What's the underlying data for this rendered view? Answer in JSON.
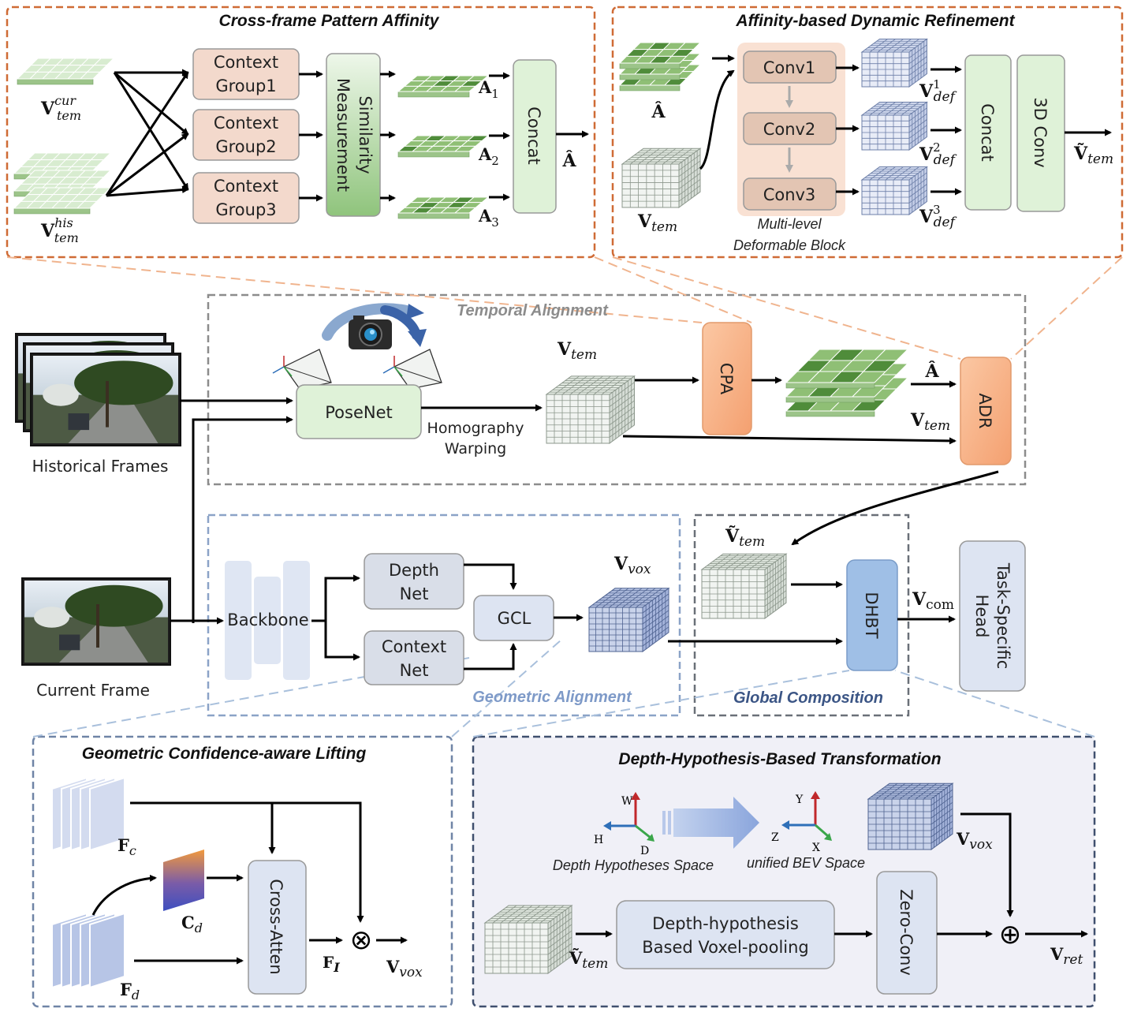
{
  "top_left": {
    "title": "Cross-frame Pattern Affinity",
    "v_cur_base": "V",
    "v_cur_sup": "cur",
    "v_cur_sub": "tem",
    "v_his_base": "V",
    "v_his_sup": "his",
    "v_his_sub": "tem",
    "groups": [
      {
        "line1": "Context",
        "line2": "Group1"
      },
      {
        "line1": "Context",
        "line2": "Group2"
      },
      {
        "line1": "Context",
        "line2": "Group3"
      }
    ],
    "similarity_line1": "Similarity",
    "similarity_line2": "Measurement",
    "a_base": "A",
    "a_subs": [
      "1",
      "2",
      "3"
    ],
    "concat": "Concat",
    "a_hat": "Â"
  },
  "top_right": {
    "title": "Affinity-based Dynamic Refinement",
    "a_hat": "Â",
    "v_tem_base": "V",
    "v_tem_sub": "tem",
    "convs": [
      "Conv1",
      "Conv2",
      "Conv3"
    ],
    "block_line1": "Multi-level",
    "block_line2": "Deformable Block",
    "vdef_base": "V",
    "vdef_sub": "def",
    "vdef_sups": [
      "1",
      "2",
      "3"
    ],
    "concat": "Concat",
    "conv3d": "3D Conv",
    "vtilde_base": "Ṽ",
    "vtilde_sub": "tem"
  },
  "middle": {
    "historical_frames": "Historical Frames",
    "current_frame": "Current Frame",
    "temporal_alignment": "Temporal Alignment",
    "posenet": "PoseNet",
    "homography_line1": "Homography",
    "homography_line2": "Warping",
    "v_tem_base": "V",
    "v_tem_sub": "tem",
    "cpa": "CPA",
    "a_hat": "Â",
    "adr": "ADR",
    "backbone": "Backbone",
    "depth_net_line1": "Depth",
    "depth_net_line2": "Net",
    "context_net_line1": "Context",
    "context_net_line2": "Net",
    "gcl": "GCL",
    "v_vox_base": "V",
    "v_vox_sub": "vox",
    "geometric_alignment": "Geometric Alignment",
    "vtilde_base": "Ṽ",
    "vtilde_sub": "tem",
    "dhbt": "DHBT",
    "v_com_base": "V",
    "v_com_sub": "com",
    "global_composition": "Global Composition",
    "head_line1": "Task-Specific",
    "head_line2": "Head"
  },
  "bottom_left": {
    "title": "Geometric Confidence-aware Lifting",
    "fc_base": "F",
    "fc_sub": "c",
    "cd_base": "C",
    "cd_sub": "d",
    "fd_base": "F",
    "fd_sub": "d",
    "cross_atten": "Cross-Atten",
    "fi_base": "F",
    "fi_sub": "I",
    "otimes": "⊗",
    "v_vox_base": "V",
    "v_vox_sub": "vox"
  },
  "bottom_right": {
    "title": "Depth-Hypothesis-Based Transformation",
    "axis_w": "W",
    "axis_h": "H",
    "axis_d": "D",
    "depth_space": "Depth Hypotheses Space",
    "axis_y": "Y",
    "axis_z": "Z",
    "axis_x": "X",
    "bev_space": "unified BEV Space",
    "v_vox_base": "V",
    "v_vox_sub": "vox",
    "vtilde_base": "Ṽ",
    "vtilde_sub": "tem",
    "pooling_line1": "Depth-hypothesis",
    "pooling_line2": "Based Voxel-pooling",
    "zero_conv": "Zero-Conv",
    "oplus": "⊕",
    "v_ret_base": "V",
    "v_ret_sub": "ret"
  },
  "colors": {
    "orange_dash": "#cf6b35",
    "gray_dash": "#8c8c8c",
    "blue_dash": "#8ba3c7",
    "context_group": "#f3d9cc",
    "green_box": "#dff2d8",
    "adr_orange": "#f8b58a",
    "blue_box": "#dde4f2",
    "dhbt_blue": "#9fbfe6",
    "green_tile": "#8fbf75",
    "dark_green_tile": "#4f8c3a",
    "blue_voxel": "#c9d3ea"
  }
}
